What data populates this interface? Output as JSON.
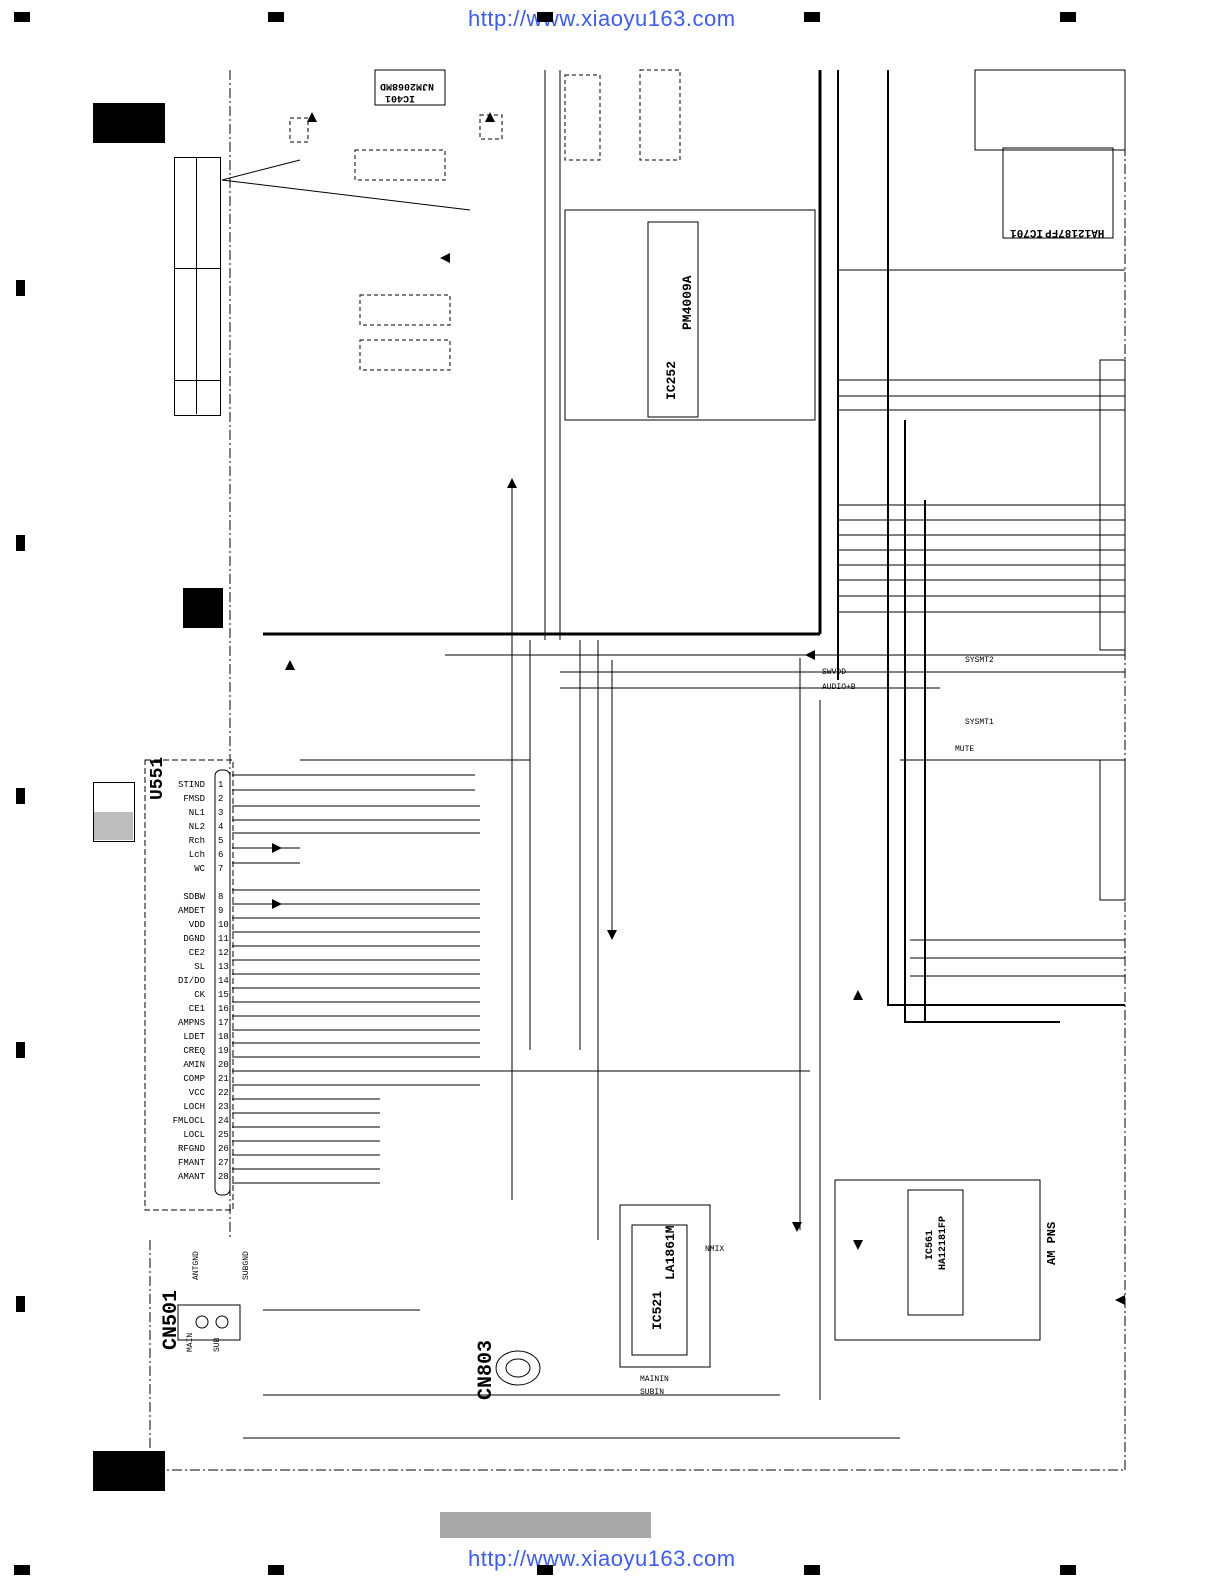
{
  "header_url": "http://www.xiaoyu163.com",
  "footer_url": "http://www.xiaoyu163.com",
  "connectors": {
    "u551_label": "U551",
    "cn501_label": "CN501",
    "cn803_label": "CN803",
    "cn501_main": "MAIN",
    "cn501_sub": "SUB",
    "antgnd": "ANTGND",
    "subgnd": "SUBGND"
  },
  "ics": {
    "ic252": "IC252",
    "ic252_part": "PM4009A",
    "ic401": "IC401",
    "ic401_part": "NJM2068MD",
    "ic521": "IC521",
    "ic521_part": "LA1861M",
    "ic561": "IC561",
    "ic561_part": "HA12181FP",
    "ic701": "IC701",
    "ic701_part": "HA12187FP"
  },
  "u551_pins": [
    {
      "num": "1",
      "name": "STIND"
    },
    {
      "num": "2",
      "name": "FMSD"
    },
    {
      "num": "3",
      "name": "NL1"
    },
    {
      "num": "4",
      "name": "NL2"
    },
    {
      "num": "5",
      "name": "Rch"
    },
    {
      "num": "6",
      "name": "Lch"
    },
    {
      "num": "7",
      "name": "WC"
    },
    {
      "num": "8",
      "name": "SDBW"
    },
    {
      "num": "9",
      "name": "AMDET"
    },
    {
      "num": "10",
      "name": "VDD"
    },
    {
      "num": "11",
      "name": "DGND"
    },
    {
      "num": "12",
      "name": "CE2"
    },
    {
      "num": "13",
      "name": "SL"
    },
    {
      "num": "14",
      "name": "DI/DO"
    },
    {
      "num": "15",
      "name": "CK"
    },
    {
      "num": "16",
      "name": "CE1"
    },
    {
      "num": "17",
      "name": "AMPNS"
    },
    {
      "num": "18",
      "name": "LDET"
    },
    {
      "num": "19",
      "name": "CREQ"
    },
    {
      "num": "20",
      "name": "AMIN"
    },
    {
      "num": "21",
      "name": "COMP"
    },
    {
      "num": "22",
      "name": "VCC"
    },
    {
      "num": "23",
      "name": "LOCH"
    },
    {
      "num": "24",
      "name": "FMLOCL"
    },
    {
      "num": "25",
      "name": "LOCL"
    },
    {
      "num": "26",
      "name": "RFGND"
    },
    {
      "num": "27",
      "name": "FMANT"
    },
    {
      "num": "28",
      "name": "AMANT"
    }
  ],
  "signals": {
    "am_pns": "AM PNS",
    "swvdd": "SWVDD",
    "audio_b": "AUDIO+B",
    "sysmt2": "SYSMT2",
    "syst1": "SYSMT1",
    "mute": "MUTE",
    "nmix": "NMIX",
    "main_in": "MAININ",
    "subin": "SUBIN"
  }
}
